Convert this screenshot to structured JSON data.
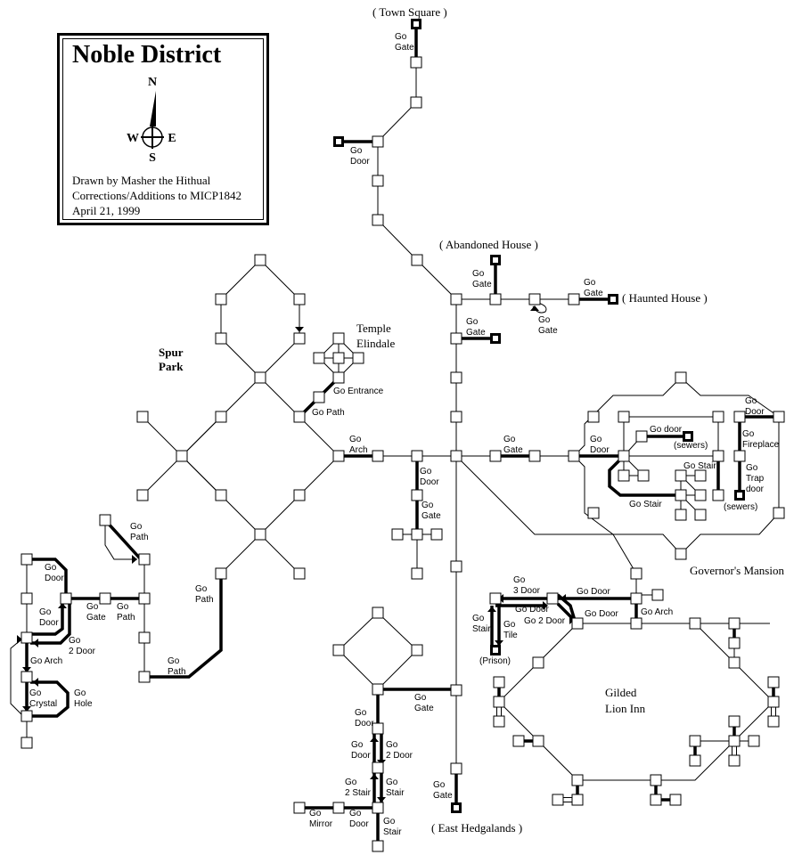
{
  "legend": {
    "title": "Noble District",
    "compass": {
      "n": "N",
      "s": "S",
      "e": "E",
      "w": "W"
    },
    "credit_lines": [
      "Drawn by Masher the Hithual",
      "Corrections/Additions to MICP1842",
      "April 21, 1999"
    ]
  },
  "area_labels": [
    {
      "id": "town-square",
      "text": "( Town Square )",
      "style": "serif"
    },
    {
      "id": "abandoned-house",
      "text": "( Abandoned House )",
      "style": "serif"
    },
    {
      "id": "haunted-house",
      "text": "( Haunted House )",
      "style": "serif"
    },
    {
      "id": "temple-1",
      "text": "Temple",
      "style": "serif"
    },
    {
      "id": "temple-2",
      "text": "Elindale",
      "style": "serif"
    },
    {
      "id": "spur-1",
      "text": "Spur",
      "style": "serif-bold"
    },
    {
      "id": "spur-2",
      "text": "Park",
      "style": "serif-bold"
    },
    {
      "id": "governor",
      "text": "Governor's Mansion",
      "style": "serif"
    },
    {
      "id": "inn-1",
      "text": "Gilded",
      "style": "serif"
    },
    {
      "id": "inn-2",
      "text": "Lion Inn",
      "style": "serif"
    },
    {
      "id": "east-hedgalands",
      "text": "( East Hedgalands )",
      "style": "serif"
    }
  ],
  "exit_labels": [
    {
      "id": "l1",
      "lines": [
        "Go",
        "Gate"
      ]
    },
    {
      "id": "l2",
      "lines": [
        "Go",
        "Door"
      ]
    },
    {
      "id": "l3",
      "lines": [
        "Go",
        "Gate"
      ]
    },
    {
      "id": "l4",
      "lines": [
        "Go",
        "Gate"
      ]
    },
    {
      "id": "l5",
      "lines": [
        "Go",
        "Gate"
      ]
    },
    {
      "id": "l6",
      "lines": [
        "Go",
        "Gate"
      ]
    },
    {
      "id": "l7",
      "lines": [
        "Go Entrance"
      ]
    },
    {
      "id": "l8",
      "lines": [
        "Go Path"
      ]
    },
    {
      "id": "l9",
      "lines": [
        "Go",
        "Arch"
      ]
    },
    {
      "id": "l10",
      "lines": [
        "Go",
        "Gate"
      ]
    },
    {
      "id": "l11",
      "lines": [
        "Go",
        "Door"
      ]
    },
    {
      "id": "l12",
      "lines": [
        "Go",
        "Gate"
      ]
    },
    {
      "id": "l13",
      "lines": [
        "Go",
        "Door"
      ]
    },
    {
      "id": "l14",
      "lines": [
        "Go door"
      ]
    },
    {
      "id": "l15",
      "lines": [
        "(sewers)"
      ]
    },
    {
      "id": "l16",
      "lines": [
        "Go Stair"
      ]
    },
    {
      "id": "l17",
      "lines": [
        "Go Stair"
      ]
    },
    {
      "id": "l18",
      "lines": [
        "Go",
        "Door"
      ]
    },
    {
      "id": "l19",
      "lines": [
        "Go",
        "Fireplace"
      ]
    },
    {
      "id": "l20",
      "lines": [
        "Go",
        "Trap",
        "door"
      ]
    },
    {
      "id": "l21",
      "lines": [
        "(sewers)"
      ]
    },
    {
      "id": "l22",
      "lines": [
        "Go",
        "Path"
      ]
    },
    {
      "id": "l23",
      "lines": [
        "Go",
        "Door"
      ]
    },
    {
      "id": "l24",
      "lines": [
        "Go",
        "Door"
      ]
    },
    {
      "id": "l25",
      "lines": [
        "Go",
        "Gate"
      ]
    },
    {
      "id": "l26",
      "lines": [
        "Go",
        "Path"
      ]
    },
    {
      "id": "l27",
      "lines": [
        "Go",
        "2 Door"
      ]
    },
    {
      "id": "l28",
      "lines": [
        "Go Arch"
      ]
    },
    {
      "id": "l29",
      "lines": [
        "Go",
        "Crystal"
      ]
    },
    {
      "id": "l30",
      "lines": [
        "Go",
        "Hole"
      ]
    },
    {
      "id": "l31",
      "lines": [
        "Go",
        "Path"
      ]
    },
    {
      "id": "l32",
      "lines": [
        "Go",
        "Path"
      ]
    },
    {
      "id": "l33",
      "lines": [
        "Go",
        "3 Door"
      ]
    },
    {
      "id": "l34",
      "lines": [
        "Go Door"
      ]
    },
    {
      "id": "l35",
      "lines": [
        "Go Door"
      ]
    },
    {
      "id": "l36",
      "lines": [
        "Go 2 Door"
      ]
    },
    {
      "id": "l37",
      "lines": [
        "Go Door"
      ]
    },
    {
      "id": "l38",
      "lines": [
        "Go Arch"
      ]
    },
    {
      "id": "l39",
      "lines": [
        "Go",
        "Stair"
      ]
    },
    {
      "id": "l40",
      "lines": [
        "Go",
        "Tile"
      ]
    },
    {
      "id": "l41",
      "lines": [
        "(Prison)"
      ]
    },
    {
      "id": "l42",
      "lines": [
        "Go",
        "Door"
      ]
    },
    {
      "id": "l43",
      "lines": [
        "Go",
        "Gate"
      ]
    },
    {
      "id": "l44",
      "lines": [
        "Go",
        "Door"
      ]
    },
    {
      "id": "l45",
      "lines": [
        "Go",
        "2 Door"
      ]
    },
    {
      "id": "l46",
      "lines": [
        "Go",
        "2 Stair"
      ]
    },
    {
      "id": "l47",
      "lines": [
        "Go",
        "Stair"
      ]
    },
    {
      "id": "l48",
      "lines": [
        "Go",
        "Mirror"
      ]
    },
    {
      "id": "l49",
      "lines": [
        "Go",
        "Door"
      ]
    },
    {
      "id": "l50",
      "lines": [
        "Go",
        "Stair"
      ]
    },
    {
      "id": "l51",
      "lines": [
        "Go",
        "Gate"
      ]
    }
  ]
}
